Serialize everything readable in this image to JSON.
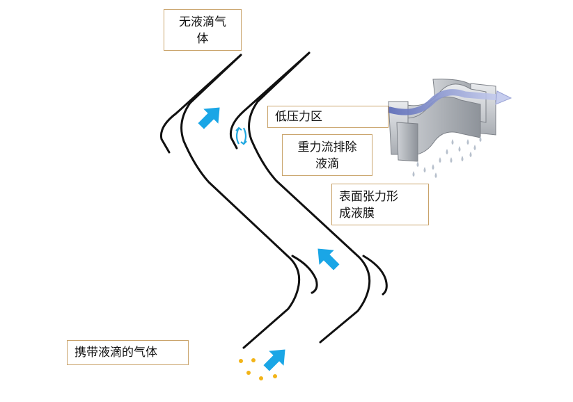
{
  "labels": {
    "no_droplet_gas": [
      "无液滴气",
      "体"
    ],
    "low_pressure_zone": [
      "低压力区"
    ],
    "gravity_drain": [
      "重力流排除",
      "液滴"
    ],
    "surface_tension_film": [
      "表面张力形",
      "成液膜"
    ],
    "gas_with_droplets": [
      "携带液滴的气体"
    ]
  },
  "colors": {
    "wall": "#111111",
    "flow_arrow": "#1aa6e6",
    "box_border": "#c9a36a",
    "droplet": "#f2b418",
    "vortex": "#22a8e0"
  },
  "icons": [
    "flow-arrow-icon",
    "vortex-icon",
    "droplet-icon",
    "vane-pack-illustration"
  ]
}
